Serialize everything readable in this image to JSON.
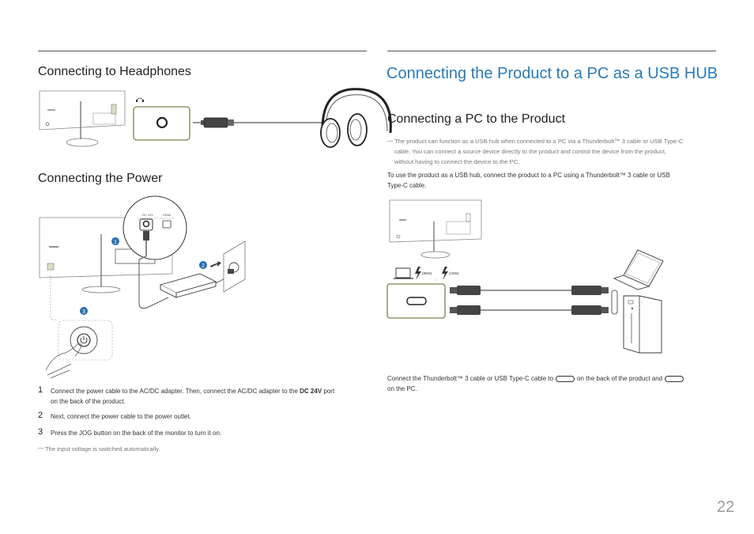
{
  "left": {
    "headphones_title": "Connecting to Headphones",
    "power_title": "Connecting the Power",
    "steps": [
      {
        "num": "1",
        "text_a": "Connect the power cable to the AC/DC adapter. Then, connect the AC/DC adapter to the ",
        "text_bold": "DC 24V",
        "text_b": " port",
        "text_c": "on the back of the product."
      },
      {
        "num": "2",
        "text": "Next, connect the power cable to the power outlet."
      },
      {
        "num": "3",
        "text": "Press the JOG button on the back of the monitor to turn it on."
      }
    ],
    "footnote": "The input voltage is switched automatically.",
    "callouts": [
      "1",
      "2",
      "3"
    ],
    "port_labels": {
      "dc": "DC 24V",
      "hdmi": "HDMI"
    }
  },
  "right": {
    "main_title": "Connecting the Product to a PC as a USB HUB",
    "sub_title": "Connecting a PC to the Product",
    "note_lines": [
      "The product can function as a USB hub when connected to a PC via a Thunderbolt™ 3 cable or USB Type-C",
      "cable. You can connect a source device directly to the product and control the device from the product,",
      "without having to connect the device to the PC."
    ],
    "body_lines": [
      "To use the product as a USB hub, connect the product to a PC using a Thunderbolt™ 3 cable or USB",
      "Type-C cable."
    ],
    "speed_labels": [
      "(85W)",
      "(15W)"
    ],
    "caption_a": "Connect the Thunderbolt™ 3 cable or USB Type-C cable to",
    "caption_b": "on the back of the product and",
    "caption_c": "on the PC."
  },
  "page_number": "22"
}
